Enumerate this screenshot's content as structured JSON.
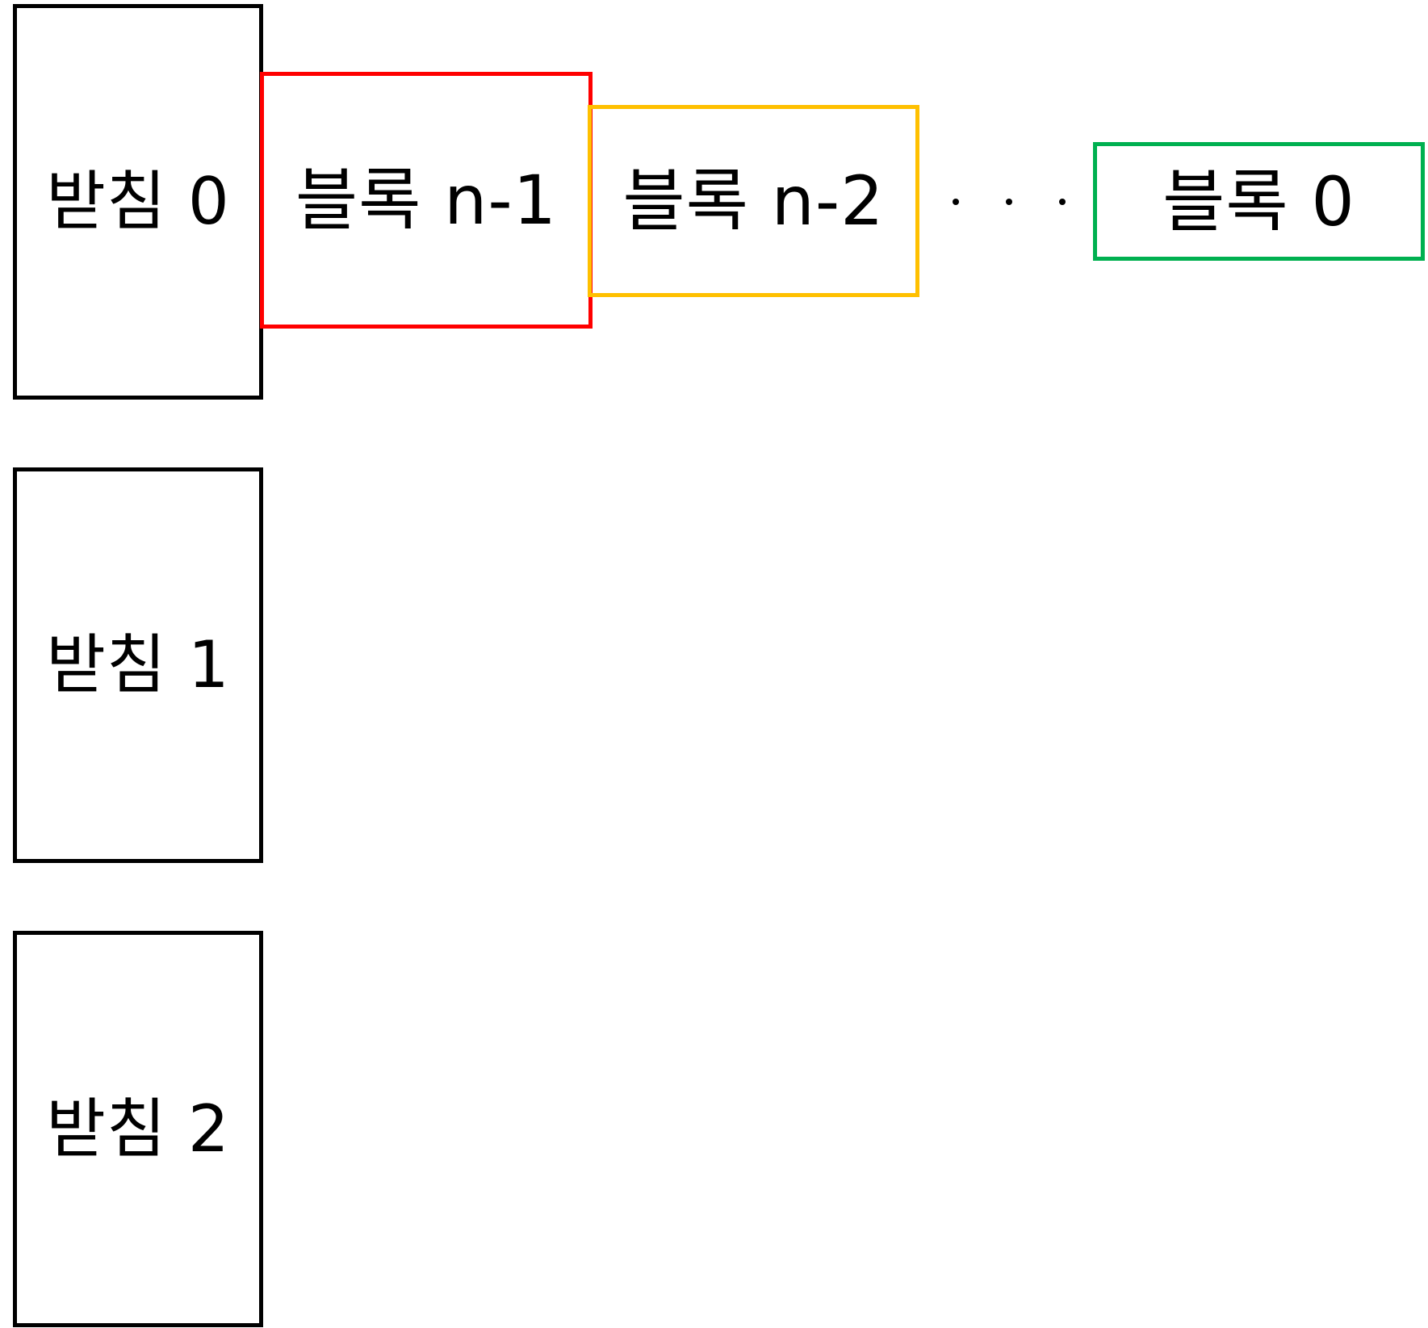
{
  "pegs": [
    {
      "label": "받침 0"
    },
    {
      "label": "받침 1"
    },
    {
      "label": "받침 2"
    }
  ],
  "blocks": [
    {
      "label": "블록 n-1",
      "border_color": "#ff0000"
    },
    {
      "label": "블록 n-2",
      "border_color": "#ffc000"
    },
    {
      "label": "블록 0",
      "border_color": "#00b050"
    }
  ],
  "peg_border_color": "#000000"
}
